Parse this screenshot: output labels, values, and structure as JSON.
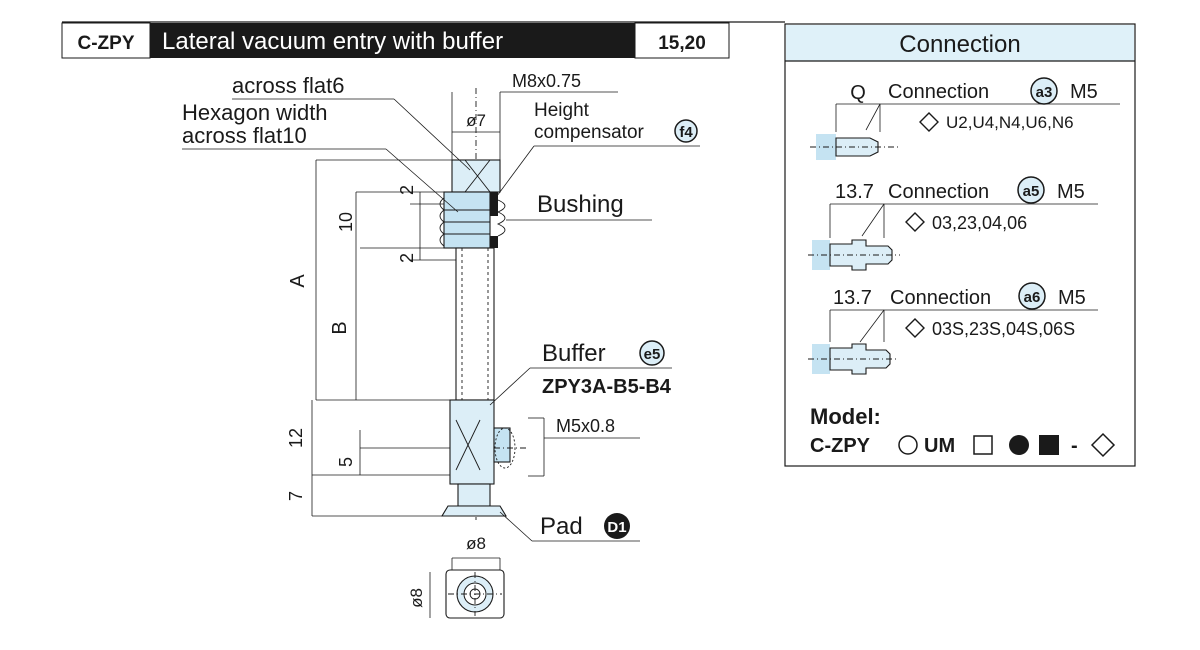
{
  "header": {
    "code": "C-ZPY",
    "title": "Lateral vacuum entry with buffer",
    "sizes": "15,20",
    "bg_color": "#1a1a1a"
  },
  "drawing": {
    "across_flat6": "across flat6",
    "hex_width_line1": "Hexagon width",
    "hex_width_line2": "across flat10",
    "m8": "M8x0.75",
    "phi7": "ø7",
    "height_comp_line1": "Height",
    "height_comp_line2": "compensator",
    "f4_badge": "f4",
    "bushing": "Bushing",
    "buffer": "Buffer",
    "e5_badge": "e5",
    "buffer_model": "ZPY3A-B5-B4",
    "m5": "M5x0.8",
    "pad": "Pad",
    "d1_badge": "D1",
    "dim_2a": "2",
    "dim_10": "10",
    "dim_2b": "2",
    "dim_A": "A",
    "dim_B": "B",
    "dim_12": "12",
    "dim_5": "5",
    "dim_7": "7",
    "phi8_top": "ø8",
    "phi8_side": "ø8"
  },
  "connection": {
    "title": "Connection",
    "header_bg": "#dff1f9",
    "rows": [
      {
        "dim": "Q",
        "label": "Connection",
        "badge": "a3",
        "thread": "M5",
        "options": "U2,U4,N4,U6,N6"
      },
      {
        "dim": "13.7",
        "label": "Connection",
        "badge": "a5",
        "thread": "M5",
        "options": "03,23,04,06"
      },
      {
        "dim": "13.7",
        "label": "Connection",
        "badge": "a6",
        "thread": "M5",
        "options": "03S,23S,04S,06S"
      }
    ],
    "model_label": "Model:",
    "model_prefix": "C-ZPY",
    "model_um": "UM",
    "model_dash": "-"
  }
}
